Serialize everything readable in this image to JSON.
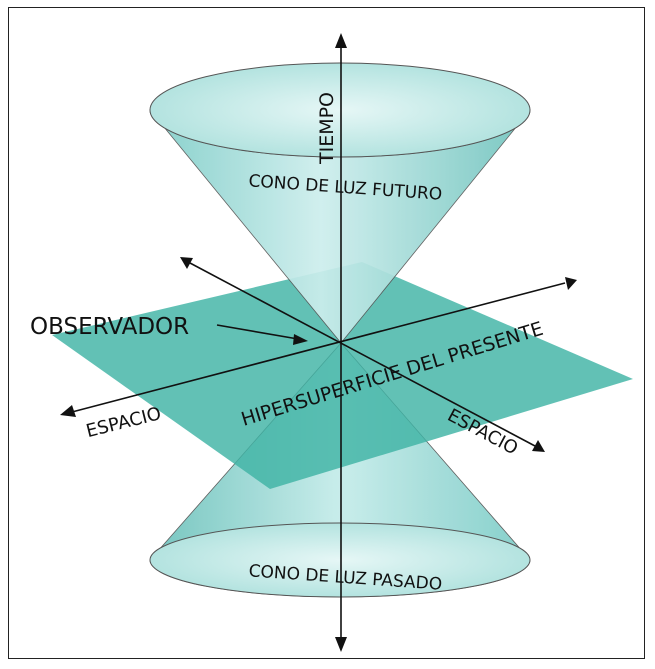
{
  "diagram": {
    "labels": {
      "time_axis": "TIEMPO",
      "future_cone": "CONO DE LUZ FUTURO",
      "past_cone": "CONO DE LUZ PASADO",
      "observer": "OBSERVADOR",
      "hypersurface": "HIPERSUPERFICIE DEL PRESENTE",
      "space_left": "ESPACIO",
      "space_right": "ESPACIO"
    },
    "colors": {
      "cone_fill": "#9ed9d6",
      "cone_rim": "#c6ecea",
      "plane": "#3fb3a5",
      "line": "#111111"
    }
  }
}
